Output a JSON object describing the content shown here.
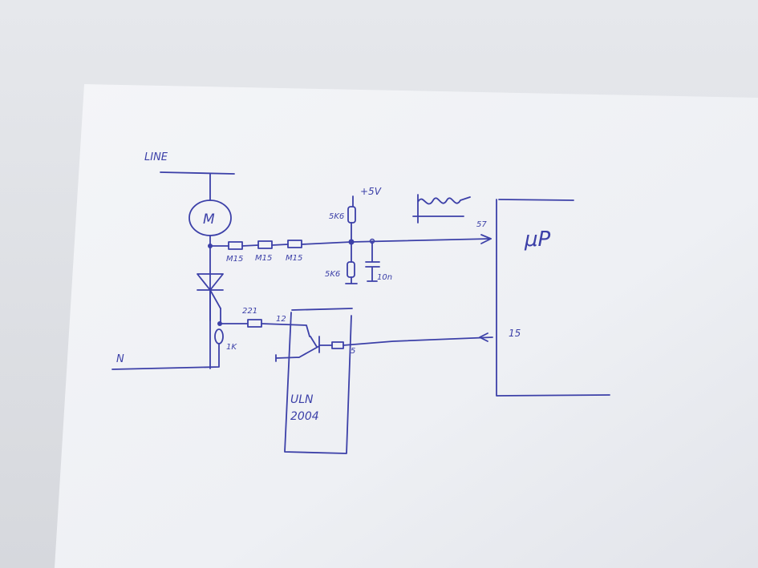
{
  "colors": {
    "ink": "#3c40a8",
    "paper": "#f2f3f7",
    "background": "#dcdee3"
  },
  "labels": {
    "line": "LINE",
    "neutral": "N",
    "motor": "M",
    "r1": "M15",
    "r2": "M15",
    "r3": "M15",
    "r_top": "5K6",
    "supply": "+5V",
    "r_bottom": "5K6",
    "cap": "10n",
    "r_gate": "221",
    "r_pull": "1K",
    "pin_12": "12",
    "pin_5": "5",
    "driver_line1": "ULN",
    "driver_line2": "2004",
    "pin_57": "57",
    "mcu": "μP",
    "pin_15": "15"
  }
}
